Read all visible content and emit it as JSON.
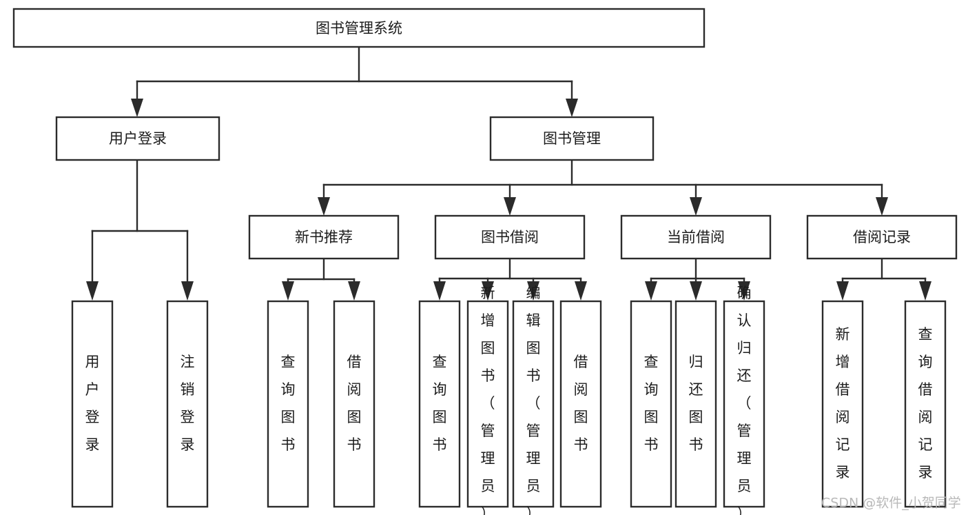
{
  "diagram": {
    "kind": "functional-decomposition-tree",
    "title_text": "图书管理系统",
    "background_color": "#ffffff",
    "line_color": "#2b2b2b",
    "text_color": "#1c1c1c",
    "watermark": "CSDN @软件_小贺同学"
  },
  "nodes": {
    "root": {
      "label": "图书管理系统"
    },
    "level2": [
      {
        "id": "user-login",
        "label": "用户登录"
      },
      {
        "id": "book-management",
        "label": "图书管理"
      }
    ],
    "level3": [
      {
        "id": "new-book-recommend",
        "label": "新书推荐"
      },
      {
        "id": "book-borrow",
        "label": "图书借阅"
      },
      {
        "id": "current-borrow",
        "label": "当前借阅"
      },
      {
        "id": "borrow-record",
        "label": "借阅记录"
      }
    ],
    "leaves": {
      "user_login": [
        {
          "id": "leaf-user-login",
          "label": "用户登录"
        },
        {
          "id": "leaf-logout",
          "label": "注销登录"
        }
      ],
      "new_book_recommend": [
        {
          "id": "leaf-query-book-1",
          "label": "查询图书"
        },
        {
          "id": "leaf-borrow-book-1",
          "label": "借阅图书"
        }
      ],
      "book_borrow": [
        {
          "id": "leaf-query-book-2",
          "label": "查询图书"
        },
        {
          "id": "leaf-add-book",
          "label": "新增图书（管理员）"
        },
        {
          "id": "leaf-edit-book",
          "label": "编辑图书（管理员）"
        },
        {
          "id": "leaf-borrow-book-2",
          "label": "借阅图书"
        }
      ],
      "current_borrow": [
        {
          "id": "leaf-query-book-3",
          "label": "查询图书"
        },
        {
          "id": "leaf-return-book",
          "label": "归还图书"
        },
        {
          "id": "leaf-confirm-return",
          "label": "确认归还（管理员）"
        }
      ],
      "borrow_record": [
        {
          "id": "leaf-add-record",
          "label": "新增借阅记录"
        },
        {
          "id": "leaf-query-record",
          "label": "查询借阅记录"
        }
      ]
    }
  }
}
